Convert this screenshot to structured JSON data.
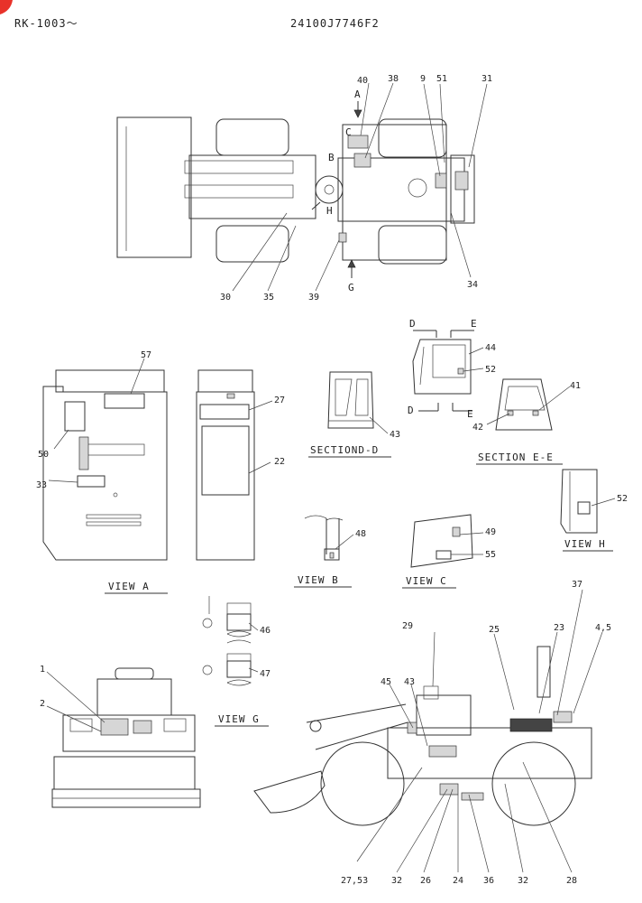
{
  "header": {
    "serial": "RK-1003～",
    "drawing_no": "24100J7746F2"
  },
  "views": {
    "view_a": "VIEW A",
    "view_b": "VIEW B",
    "view_c": "VIEW C",
    "view_g": "VIEW G",
    "view_h": "VIEW H",
    "section_d": "SECTIOND-D",
    "section_e": "SECTION E-E"
  },
  "markers": {
    "A": "A",
    "B": "B",
    "C": "C",
    "G": "G",
    "H": "H",
    "D1": "D",
    "D2": "D",
    "E1": "E",
    "E2": "E"
  },
  "callouts": {
    "top": [
      "40",
      "38",
      "9",
      "51",
      "31",
      "30",
      "35",
      "39",
      "34"
    ],
    "view_a": [
      "57",
      "50",
      "33"
    ],
    "side_panel": [
      "27",
      "22"
    ],
    "section_d": [
      "43"
    ],
    "cab": [
      "44",
      "52"
    ],
    "section_e": [
      "41",
      "42"
    ],
    "view_h": [
      "52"
    ],
    "view_b": [
      "48"
    ],
    "view_c": [
      "49",
      "55"
    ],
    "view_g": [
      "46",
      "47"
    ],
    "front": [
      "1",
      "2"
    ],
    "machine": [
      "29",
      "45",
      "43",
      "25",
      "23",
      "37",
      "4,5",
      "27,53",
      "32",
      "26",
      "24",
      "36",
      "32",
      "28"
    ]
  },
  "colors": {
    "line": "#333333",
    "background": "#ffffff",
    "badge": "#e8322a"
  }
}
